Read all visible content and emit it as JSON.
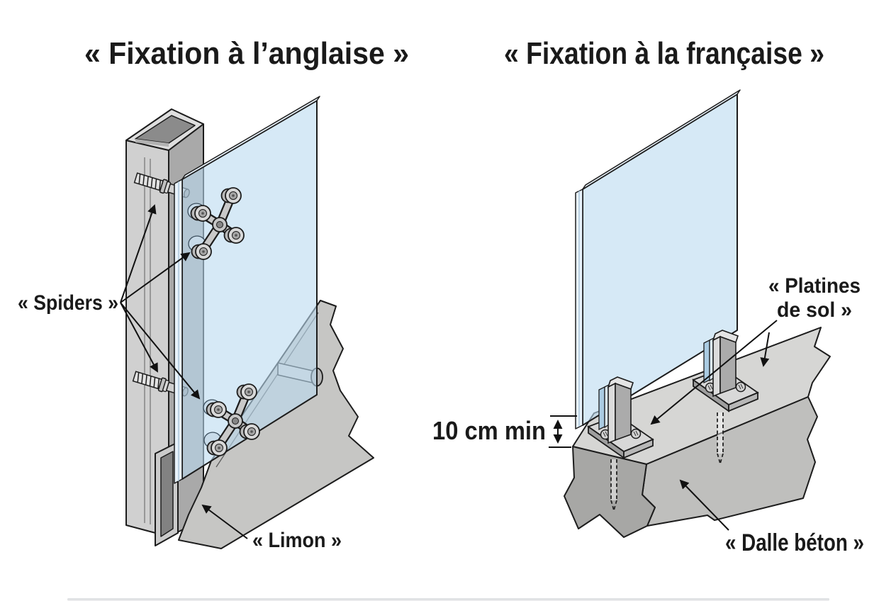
{
  "left_panel": {
    "title": "« Fixation à l’anglaise »",
    "spiders_label": "« Spiders »",
    "limon_label": "« Limon »"
  },
  "right_panel": {
    "title": "« Fixation à la française »",
    "platines_label_line1": "« Platines",
    "platines_label_line2": "de sol »",
    "dimension_label": "10 cm min",
    "dalle_label": "« Dalle béton »"
  },
  "colors": {
    "background": "#ffffff",
    "outline": "#1c1c1c",
    "glass_fill": "#cfe3f3",
    "glass_edge": "#e8f2fa",
    "metal_light": "#d8d8d8",
    "metal_mid": "#ababab",
    "metal_dark": "#8b8b8b",
    "concrete_top": "#d6d6d4",
    "concrete_front": "#bfbfbd",
    "concrete_side": "#a7a7a5",
    "text": "#1a1a1a"
  }
}
